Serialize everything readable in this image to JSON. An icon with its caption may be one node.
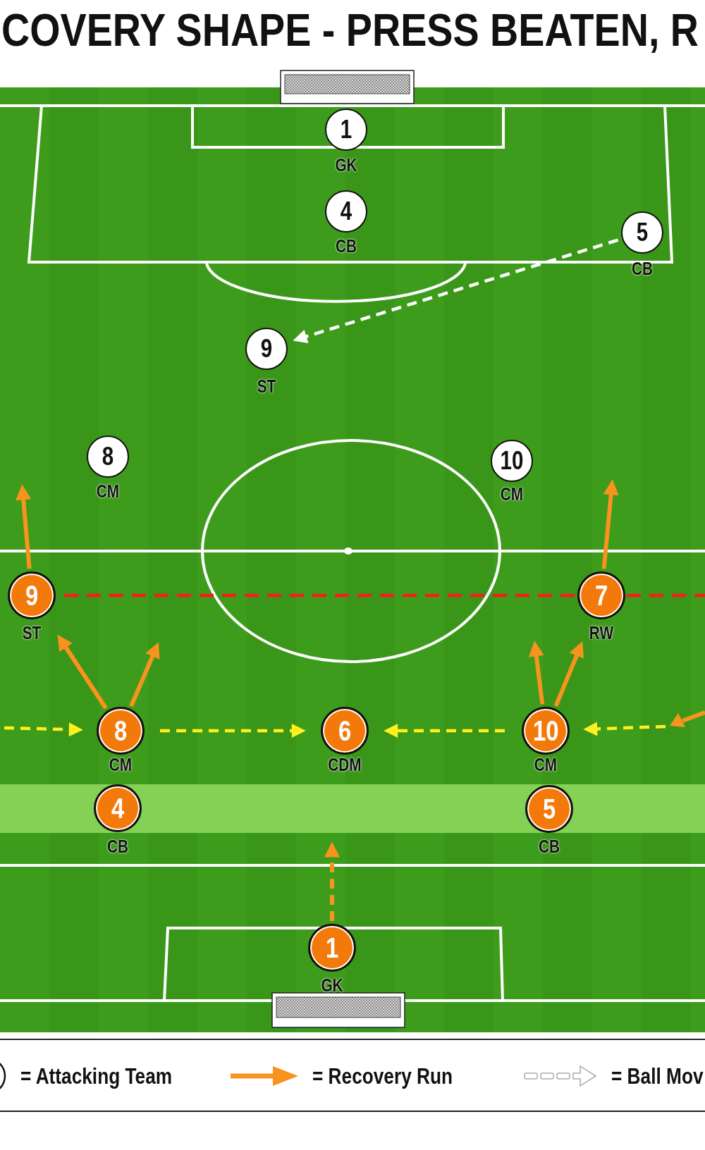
{
  "diagram": {
    "title": "COVERY SHAPE - PRESS BEATEN, R",
    "nodes": [
      {
        "text": [
          "1"
        ],
        "beside": [
          "GK"
        ]
      },
      {
        "text": [
          "4"
        ],
        "beside": [
          "CB"
        ]
      },
      {
        "text": [
          "5"
        ],
        "beside": [
          "CB"
        ]
      },
      {
        "text": [
          "9"
        ],
        "beside": [
          "ST"
        ]
      },
      {
        "text": [
          "8"
        ],
        "beside": [
          "CM"
        ]
      },
      {
        "text": [
          "10"
        ],
        "beside": [
          "CM"
        ]
      },
      {
        "text": [
          "9"
        ],
        "beside": [
          "ST"
        ]
      },
      {
        "text": [
          "7"
        ],
        "beside": [
          "RW"
        ]
      },
      {
        "text": [
          "8"
        ],
        "beside": [
          "CM"
        ]
      },
      {
        "text": [
          "6"
        ],
        "beside": [
          "CDM"
        ]
      },
      {
        "text": [
          "10"
        ],
        "beside": [
          "CM"
        ]
      },
      {
        "text": [],
        "shape": "bar"
      },
      {
        "text": [
          "4"
        ],
        "beside": [
          "CB"
        ],
        "in": 11
      },
      {
        "text": [
          "5"
        ],
        "beside": [
          "CB"
        ],
        "in": 11
      },
      {
        "text": [
          "1"
        ],
        "beside": [
          "GK"
        ]
      }
    ],
    "edges": [
      {
        "from": 2,
        "to": 3,
        "arrow": "to",
        "style": "dashed",
        "color": "#ffffff"
      },
      {
        "from": 6,
        "to": null,
        "arrow": "to"
      },
      {
        "from": 7,
        "to": null,
        "arrow": "to"
      },
      {
        "from": 8,
        "to": 6,
        "arrow": "to"
      },
      {
        "from": 8,
        "to": null,
        "arrow": "to"
      },
      {
        "from": 10,
        "to": 5,
        "arrow": "to"
      },
      {
        "from": 10,
        "to": 7,
        "arrow": "to"
      },
      {
        "from": null,
        "to": 8,
        "arrow": "to",
        "style": "dashed",
        "color": "#fff01f"
      },
      {
        "from": 8,
        "to": 9,
        "arrow": "to",
        "style": "dashed",
        "color": "#fff01f"
      },
      {
        "from": 10,
        "to": 9,
        "arrow": "to",
        "style": "dashed",
        "color": "#fff01f"
      },
      {
        "from": null,
        "to": 10,
        "arrow": "to",
        "style": "dashed",
        "color": "#fff01f"
      },
      {
        "from": 14,
        "to": 11,
        "arrow": "to",
        "style": "dashed"
      },
      {
        "from": 6,
        "to": 7,
        "arrow": "none",
        "style": "dashed",
        "color": "#ff1a1a"
      },
      {
        "from": 7,
        "to": null,
        "arrow": "none",
        "style": "dashed",
        "color": "#ff1a1a"
      }
    ],
    "legend": [
      {
        "text": "= Attacking Team"
      },
      {
        "text": "= Recovery Run"
      },
      {
        "text": "= Ball Mov"
      }
    ]
  }
}
